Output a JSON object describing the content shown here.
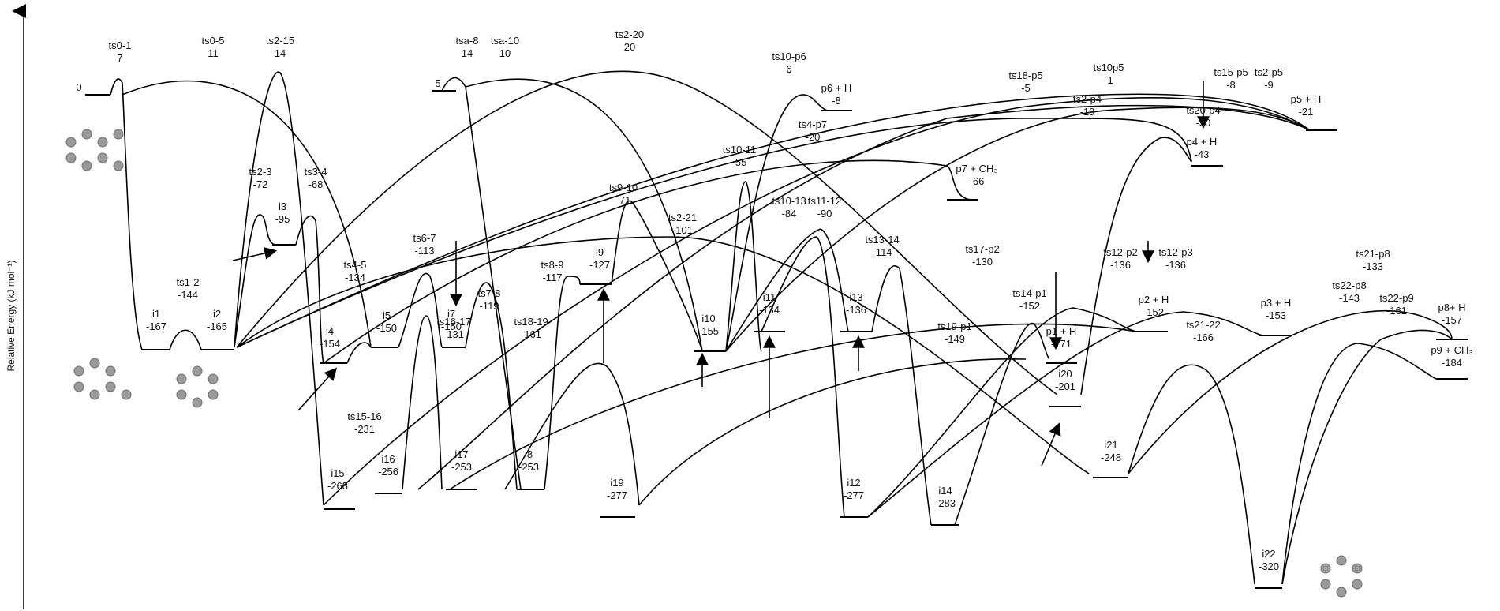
{
  "axis": {
    "ylabel": "Relative Energy (kJ mol⁻¹)"
  },
  "states": [
    {
      "id": "r0",
      "name": "",
      "e": "0"
    },
    {
      "id": "r5",
      "name": "",
      "e": "5"
    },
    {
      "id": "ts0-1",
      "name": "ts0-1",
      "e": "7"
    },
    {
      "id": "ts0-5",
      "name": "ts0-5",
      "e": "11"
    },
    {
      "id": "ts2-15",
      "name": "ts2-15",
      "e": "14"
    },
    {
      "id": "tsa-8",
      "name": "tsa-8",
      "e": "14"
    },
    {
      "id": "tsa-10",
      "name": "tsa-10",
      "e": "10"
    },
    {
      "id": "ts2-20",
      "name": "ts2-20",
      "e": "20"
    },
    {
      "id": "ts10-p6",
      "name": "ts10-p6",
      "e": "6"
    },
    {
      "id": "p6",
      "name": "p6 + H",
      "e": "-8"
    },
    {
      "id": "ts18-p5",
      "name": "ts18-p5",
      "e": "-5"
    },
    {
      "id": "ts10p5",
      "name": "ts10p5",
      "e": "-1"
    },
    {
      "id": "ts15-p5",
      "name": "ts15-p5",
      "e": "-8"
    },
    {
      "id": "ts2-p5",
      "name": "ts2-p5",
      "e": "-9"
    },
    {
      "id": "p5",
      "name": "p5 + H",
      "e": "-21"
    },
    {
      "id": "ts2-p4",
      "name": "ts2-p4",
      "e": "-19"
    },
    {
      "id": "ts20-p4",
      "name": "ts20-p4",
      "e": "-30"
    },
    {
      "id": "p4",
      "name": "p4 + H",
      "e": "-43"
    },
    {
      "id": "ts4-p7",
      "name": "ts4-p7",
      "e": "-20"
    },
    {
      "id": "ts10-11",
      "name": "ts10-11",
      "e": "-55"
    },
    {
      "id": "p7",
      "name": "p7 + CH₃",
      "e": "-66"
    },
    {
      "id": "ts2-3",
      "name": "ts2-3",
      "e": "-72"
    },
    {
      "id": "i3",
      "name": "i3",
      "e": "-95"
    },
    {
      "id": "ts3-4",
      "name": "ts3-4",
      "e": "-68"
    },
    {
      "id": "ts9-10",
      "name": "ts9-10",
      "e": "-71"
    },
    {
      "id": "ts10-13",
      "name": "ts10-13",
      "e": "-84"
    },
    {
      "id": "ts11-12",
      "name": "ts11-12",
      "e": "-90"
    },
    {
      "id": "ts2-21",
      "name": "ts2-21",
      "e": "-101"
    },
    {
      "id": "ts6-7",
      "name": "ts6-7",
      "e": "-113"
    },
    {
      "id": "ts13-14",
      "name": "ts13-14",
      "e": "-114"
    },
    {
      "id": "ts4-5",
      "name": "ts4-5",
      "e": "-134"
    },
    {
      "id": "ts8-9",
      "name": "ts8-9",
      "e": "-117"
    },
    {
      "id": "i9",
      "name": "i9",
      "e": "-127"
    },
    {
      "id": "ts17-p2",
      "name": "ts17-p2",
      "e": "-130"
    },
    {
      "id": "ts12-p2",
      "name": "ts12-p2",
      "e": "-136"
    },
    {
      "id": "ts12-p3",
      "name": "ts12-p3",
      "e": "-136"
    },
    {
      "id": "ts21-p8",
      "name": "ts21-p8",
      "e": "-133"
    },
    {
      "id": "ts1-2",
      "name": "ts1-2",
      "e": "-144"
    },
    {
      "id": "i1",
      "name": "i1",
      "e": "-167"
    },
    {
      "id": "i2",
      "name": "i2",
      "e": "-165"
    },
    {
      "id": "i4",
      "name": "i4",
      "e": "-154"
    },
    {
      "id": "i5",
      "name": "i5",
      "e": "-150"
    },
    {
      "id": "i7",
      "name": "i7",
      "e": "-150"
    },
    {
      "id": "ts7-8",
      "name": "ts7-8",
      "e": "-119"
    },
    {
      "id": "i11",
      "name": "i11",
      "e": "-134"
    },
    {
      "id": "i13",
      "name": "i13",
      "e": "-136"
    },
    {
      "id": "p2",
      "name": "p2 + H",
      "e": "-152"
    },
    {
      "id": "p3",
      "name": "p3 + H",
      "e": "-153"
    },
    {
      "id": "ts22-p8",
      "name": "ts22-p8",
      "e": "-143"
    },
    {
      "id": "p8",
      "name": "p8+ H",
      "e": "-157"
    },
    {
      "id": "ts14-p1",
      "name": "ts14-p1",
      "e": "-152"
    },
    {
      "id": "ts16-17",
      "name": "ts16-17",
      "e": "-131"
    },
    {
      "id": "ts18-19",
      "name": "ts18-19",
      "e": "-161"
    },
    {
      "id": "i10",
      "name": "i10",
      "e": "-155"
    },
    {
      "id": "ts19-p1",
      "name": "ts19-p1",
      "e": "-149"
    },
    {
      "id": "p1",
      "name": "p1 + H",
      "e": "-171"
    },
    {
      "id": "ts22-p9",
      "name": "ts22-p9",
      "e": "-161"
    },
    {
      "id": "ts21-22",
      "name": "ts21-22",
      "e": "-166"
    },
    {
      "id": "p9",
      "name": "p9 + CH₃",
      "e": "-184"
    },
    {
      "id": "i20",
      "name": "i20",
      "e": "-201"
    },
    {
      "id": "ts15-16",
      "name": "ts15-16",
      "e": "-231"
    },
    {
      "id": "i21",
      "name": "i21",
      "e": "-248"
    },
    {
      "id": "i15",
      "name": "i15",
      "e": "-268"
    },
    {
      "id": "i16",
      "name": "i16",
      "e": "-256"
    },
    {
      "id": "i17",
      "name": "i17",
      "e": "-253"
    },
    {
      "id": "i8",
      "name": "i8",
      "e": "-253"
    },
    {
      "id": "i19",
      "name": "i19",
      "e": "-277"
    },
    {
      "id": "i12",
      "name": "i12",
      "e": "-277"
    },
    {
      "id": "i14",
      "name": "i14",
      "e": "-283"
    },
    {
      "id": "i22",
      "name": "i22",
      "e": "-320"
    }
  ]
}
